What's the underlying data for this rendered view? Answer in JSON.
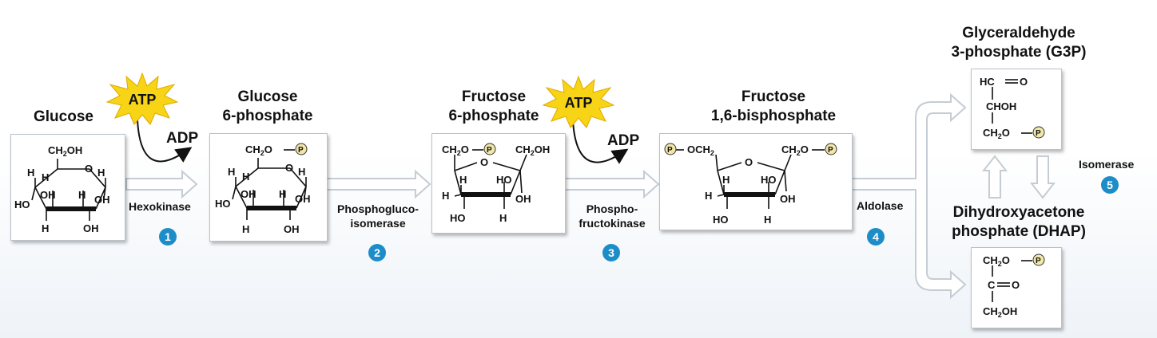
{
  "molecules": {
    "glucose": {
      "name": "Glucose"
    },
    "g6p": {
      "name_line1": "Glucose",
      "name_line2": "6-phosphate"
    },
    "f6p": {
      "name_line1": "Fructose",
      "name_line2": "6-phosphate"
    },
    "f16bp": {
      "name_line1": "Fructose",
      "name_line2": "1,6-bisphosphate"
    },
    "g3p": {
      "name_line1": "Glyceraldehyde",
      "name_line2": "3-phosphate (G3P)"
    },
    "dhap": {
      "name_line1": "Dihydroxyacetone",
      "name_line2": "phosphate (DHAP)"
    }
  },
  "enzymes": {
    "e1": "Hexokinase",
    "e2_line1": "Phosphogluco-",
    "e2_line2": "isomerase",
    "e3_line1": "Phospho-",
    "e3_line2": "fructokinase",
    "e4": "Aldolase",
    "e5": "Isomerase"
  },
  "steps": [
    "1",
    "2",
    "3",
    "4",
    "5"
  ],
  "energy": {
    "atp": "ATP",
    "adp": "ADP"
  },
  "structure_text": {
    "ch2oh": "CH",
    "sub2": "2",
    "oh_suffix": "OH",
    "o_suffix": "O",
    "ring_o": "O",
    "h": "H",
    "oh": "OH",
    "ho": "HO",
    "p": "P",
    "och2": "OCH",
    "hc": "HC",
    "o_ald": "O",
    "chohtxt": "CHOH",
    "c": "C",
    "o_ket": "O"
  },
  "colors": {
    "accent_blue": "#1d8dc8",
    "atp_burst": "#f7d416",
    "phosphate": "#f2e7a8",
    "arrow_fill": "#ffffff",
    "arrow_stroke": "#c5ccd4"
  }
}
